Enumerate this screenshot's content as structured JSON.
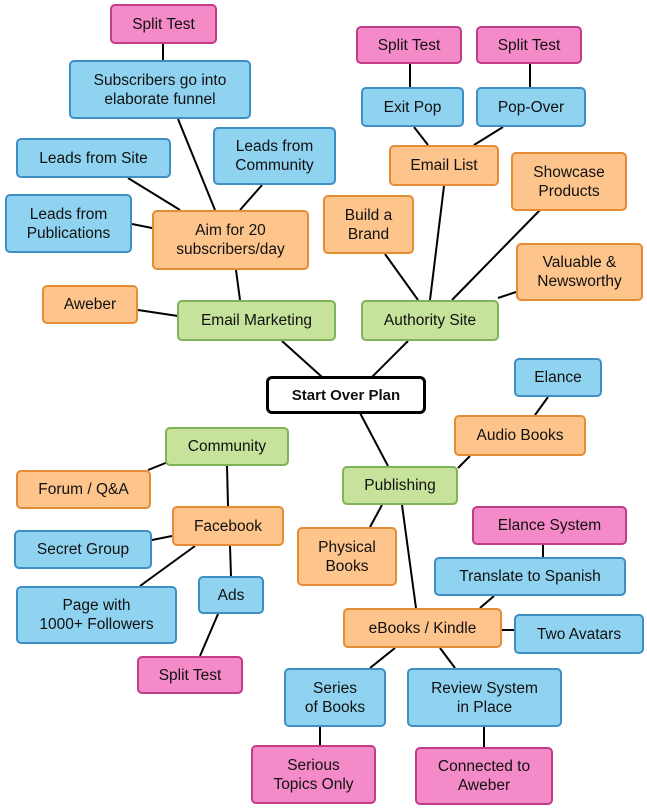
{
  "colors": {
    "blue": "#8fd3f0",
    "orange": "#fdc48c",
    "pink": "#f48ac8",
    "green": "#c6e29b",
    "line": "#000000"
  },
  "root": "Start Over Plan",
  "nodes": {
    "authority_site": "Authority Site",
    "email_marketing": "Email Marketing",
    "community": "Community",
    "publishing": "Publishing",
    "email_list": "Email List",
    "exit_pop": "Exit Pop",
    "pop_over": "Pop-Over",
    "split_test_exit": "Split Test",
    "split_test_popover": "Split Test",
    "build_brand": "Build a\nBrand",
    "showcase_products": "Showcase\nProducts",
    "valuable_newsworthy": "Valuable &\nNewsworthy",
    "aim_20": "Aim for 20\nsubscribers/day",
    "subscribers_funnel": "Subscribers go into\nelaborate funnel",
    "split_test_funnel": "Split Test",
    "leads_site": "Leads from Site",
    "leads_community": "Leads from\nCommunity",
    "leads_publications": "Leads from\nPublications",
    "aweber": "Aweber",
    "forum_qa": "Forum / Q&A",
    "facebook": "Facebook",
    "secret_group": "Secret Group",
    "page_followers": "Page with\n1000+ Followers",
    "ads": "Ads",
    "split_test_ads": "Split Test",
    "audio_books": "Audio Books",
    "elance": "Elance",
    "physical_books": "Physical\nBooks",
    "ebooks_kindle": "eBooks / Kindle",
    "translate_spanish": "Translate to Spanish",
    "elance_system": "Elance System",
    "two_avatars": "Two Avatars",
    "series_books": "Series\nof Books",
    "serious_topics": "Serious\nTopics Only",
    "review_system": "Review System\nin Place",
    "connected_aweber": "Connected to\nAweber"
  }
}
